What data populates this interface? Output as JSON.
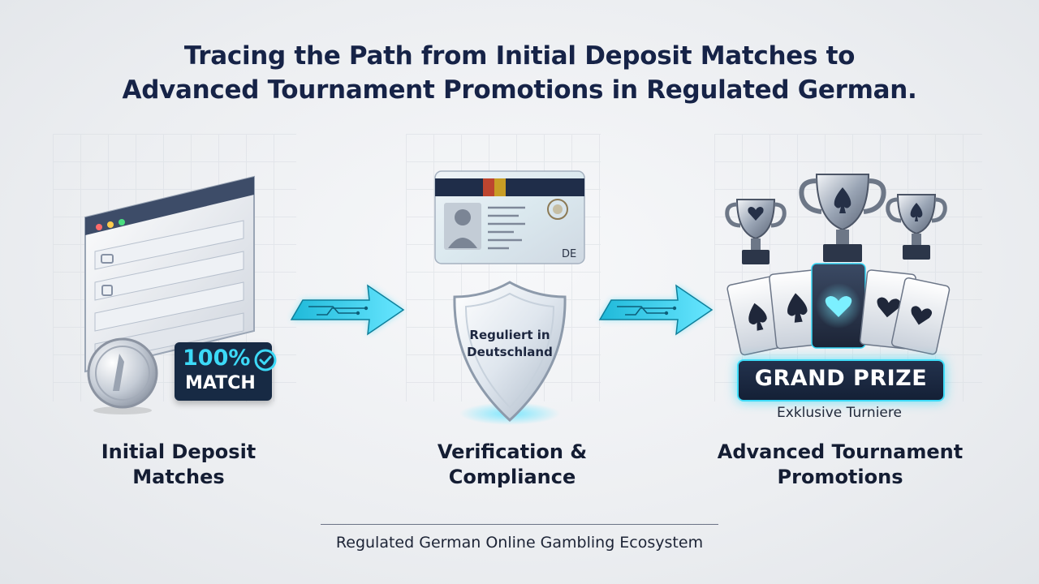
{
  "title": {
    "line1": "Tracing the Path from Initial Deposit Matches to",
    "line2": "Advanced Tournament Promotions in Regulated German."
  },
  "stages": [
    {
      "label_line1": "Initial Deposit",
      "label_line2": "Matches",
      "badge_line1": "100%",
      "badge_line2": "MATCH"
    },
    {
      "label_line1": "Verification &",
      "label_line2": "Compliance",
      "id_card_country": "DE",
      "shield_line1": "Reguliert in",
      "shield_line2": "Deutschland"
    },
    {
      "label_line1": "Advanced Tournament",
      "label_line2": "Promotions",
      "prize_banner": "GRAND PRIZE",
      "prize_caption": "Exklusive Turniere"
    }
  ],
  "footer": "Regulated German Online Gambling Ecosystem",
  "colors": {
    "navy": "#162347",
    "accent_cyan": "#35d6f5",
    "badge_bg": "#172a44"
  },
  "icons": [
    "browser-window-icon",
    "euro-coin-icon",
    "check-circle-icon",
    "circuit-arrow-icon",
    "id-card-icon",
    "shield-icon",
    "trophy-icon",
    "playing-cards-icon"
  ]
}
